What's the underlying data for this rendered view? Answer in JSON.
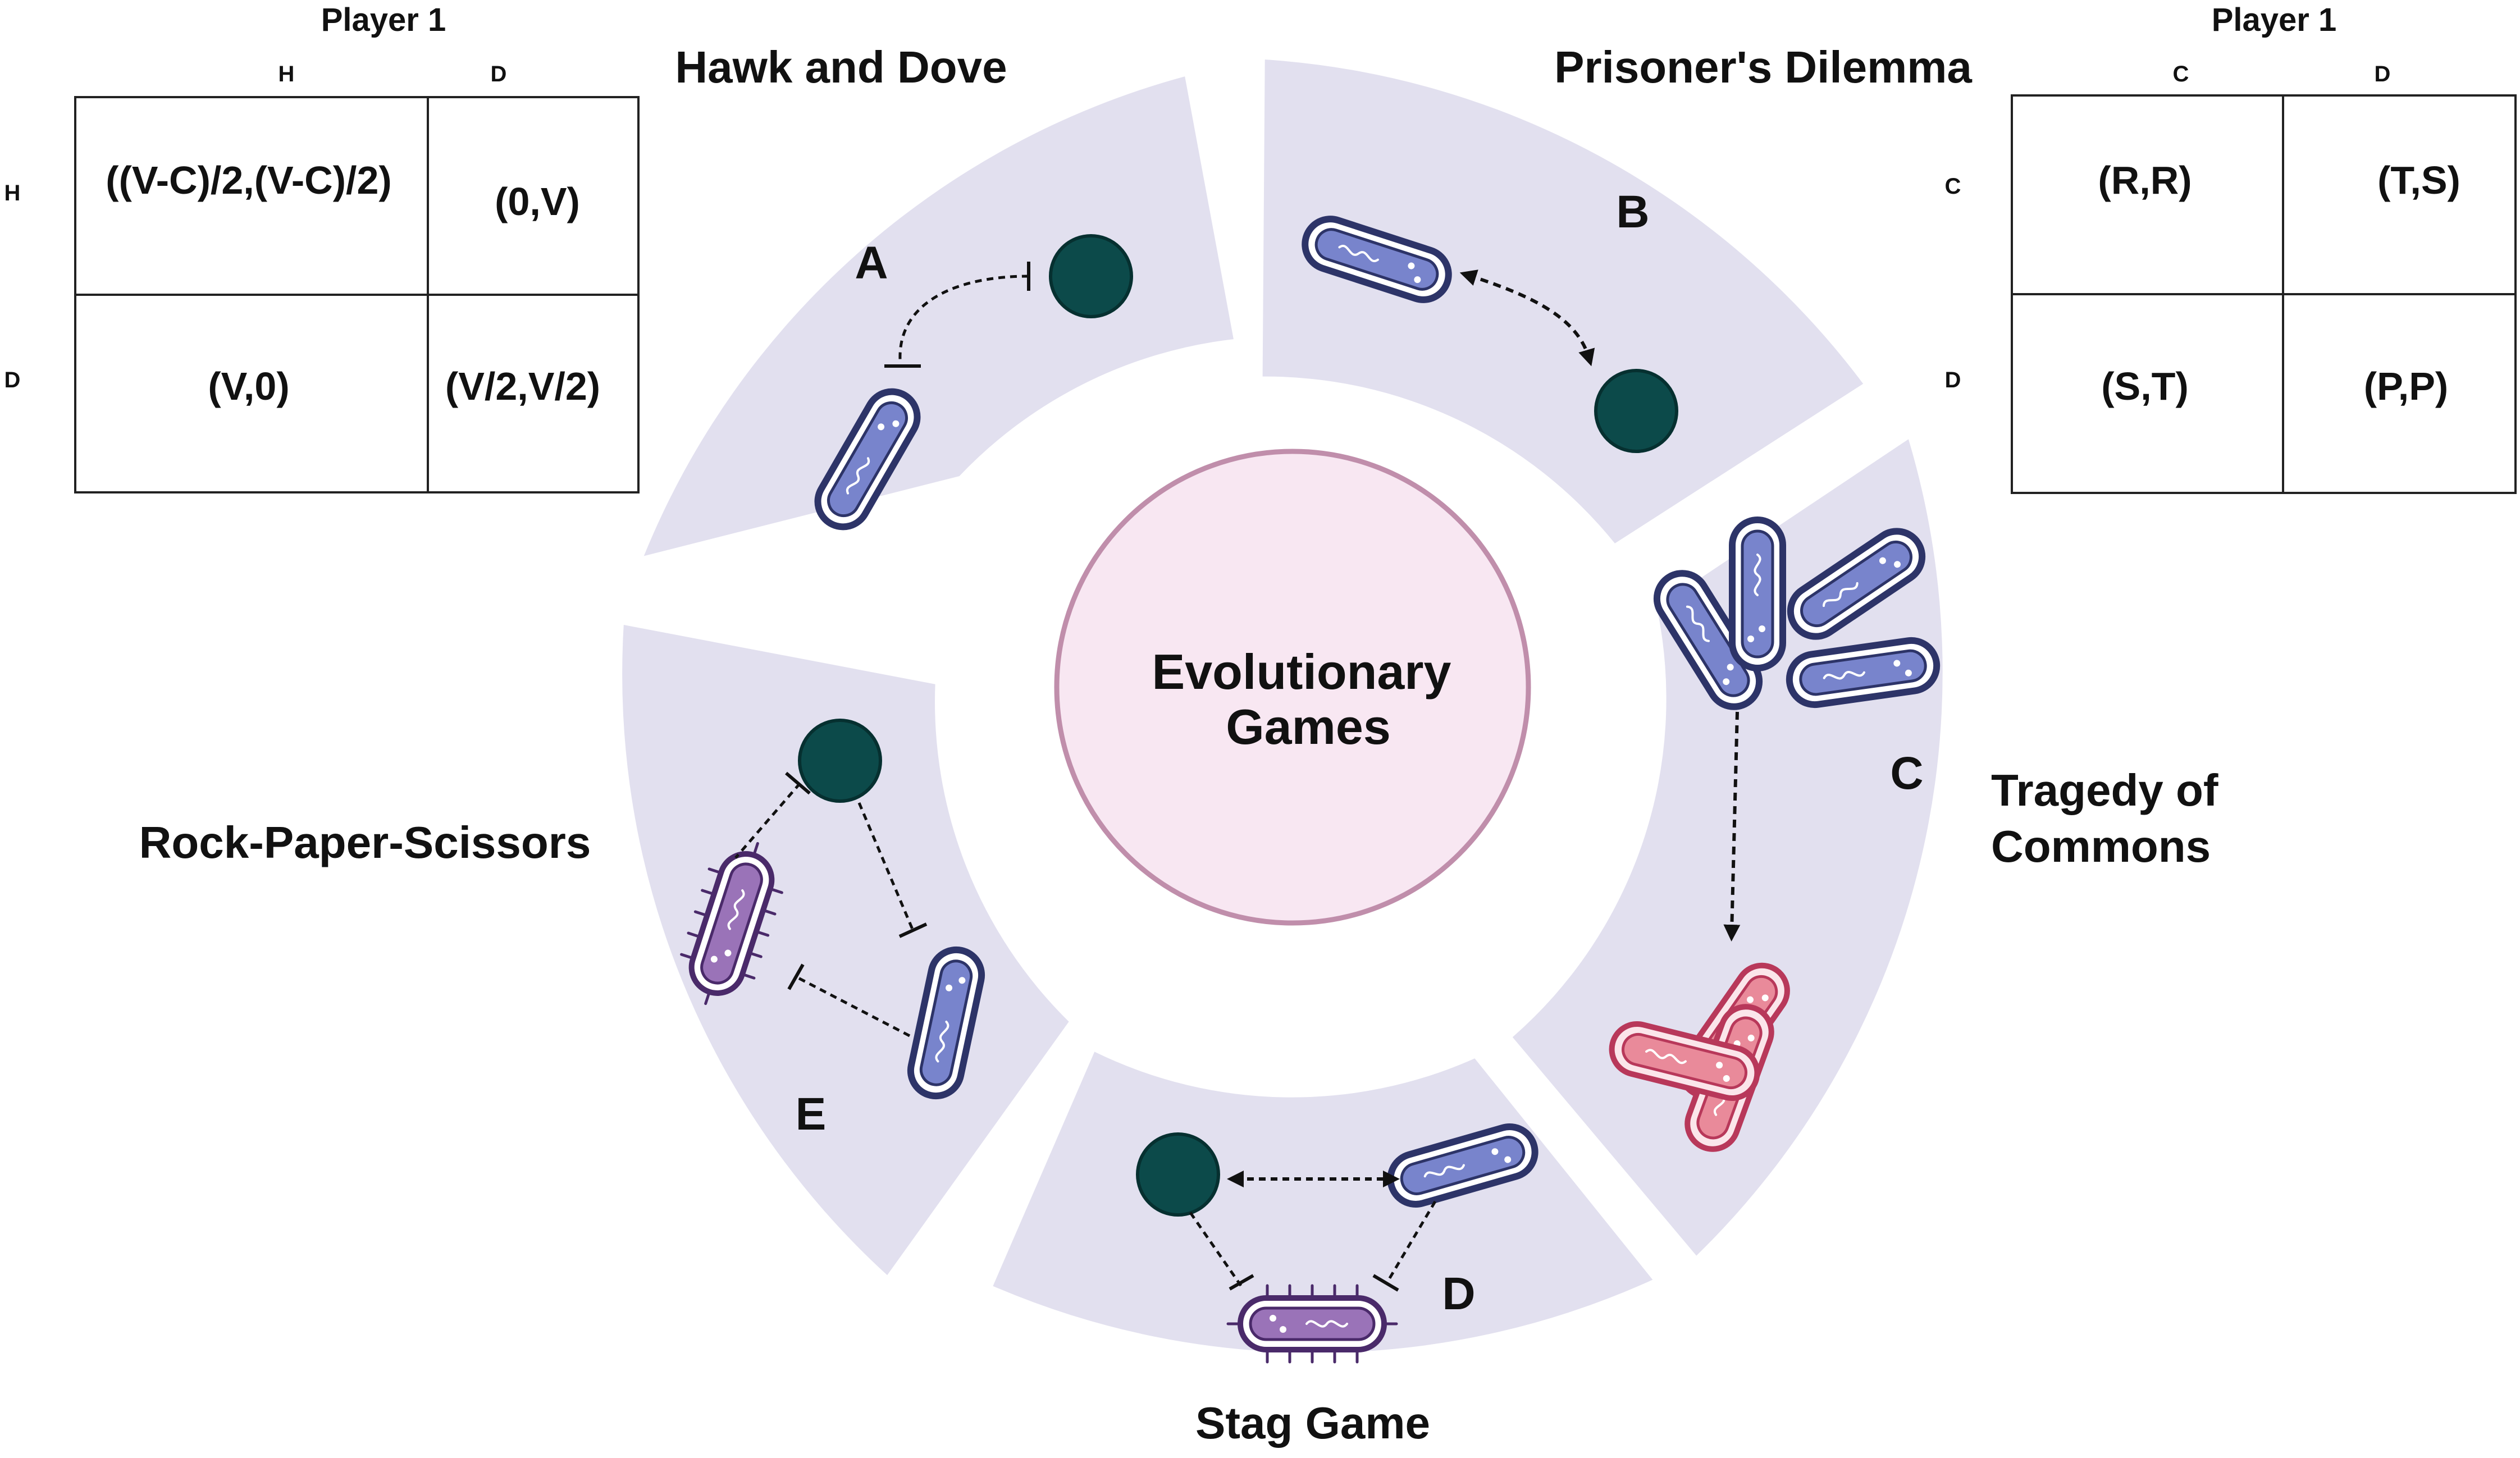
{
  "center": {
    "line1": "Evolutionary",
    "line2": "Games"
  },
  "sectors": {
    "A": {
      "letter": "A",
      "title": "Hawk and Dove"
    },
    "B": {
      "letter": "B",
      "title": "Prisoner's Dilemma"
    },
    "C": {
      "letter": "C",
      "title_line1": "Tragedy of",
      "title_line2": "Commons"
    },
    "D": {
      "letter": "D",
      "title": "Stag Game"
    },
    "E": {
      "letter": "E",
      "title": "Rock-Paper-Scissors"
    }
  },
  "payoff_hawk_dove": {
    "player_label": "Player 1",
    "col_headers": [
      "H",
      "D"
    ],
    "row_headers": [
      "H",
      "D"
    ],
    "cells": [
      [
        "((V-C)/2,(V-C)/2)",
        "(0,V)"
      ],
      [
        "(V,0)",
        "(V/2,V/2)"
      ]
    ]
  },
  "payoff_prisoners_dilemma": {
    "player_label": "Player 1",
    "col_headers": [
      "C",
      "D"
    ],
    "row_headers": [
      "C",
      "D"
    ],
    "cells": [
      [
        "(R,R)",
        "(T,S)"
      ],
      [
        "(S,T)",
        "(P,P)"
      ]
    ]
  },
  "colors": {
    "sector_fill": "#e2e0ef",
    "center_fill": "#f8e7f2",
    "center_stroke": "#c08eab",
    "blue_cell": "#7884cc",
    "blue_outline": "#2d3468",
    "teal_cell": "#0c4a4a",
    "purple_cell": "#9a73b8",
    "purple_outline": "#4a2a6a",
    "pink_cell": "#e98a9a",
    "pink_outline": "#b8385a"
  }
}
